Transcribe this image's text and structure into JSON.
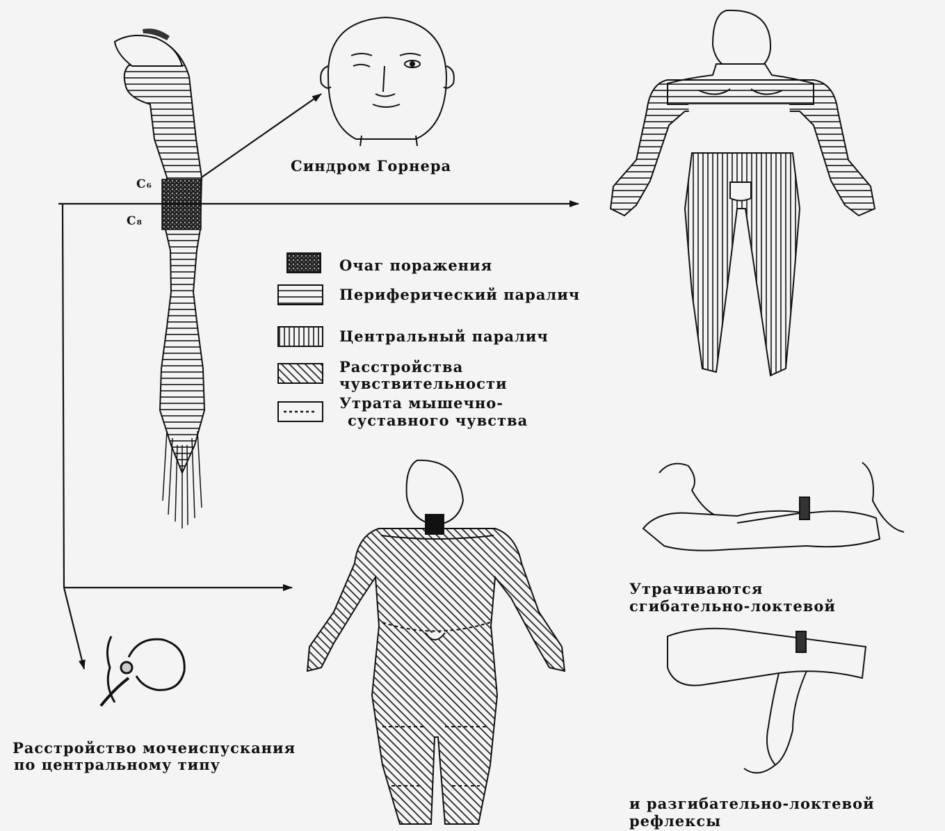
{
  "labels": {
    "horner": "Синдром Горнера",
    "segment_c6": "C₆",
    "segment_c8": "C₈",
    "urination_line1": "Расстройство мочеиспускания",
    "urination_line2": "по центральному   типу",
    "reflex_line1": "Утрачиваются",
    "reflex_line2": "сгибательно-локтевой",
    "reflex_line3": "и разгибательно-локтевой",
    "reflex_line4": "рефлексы"
  },
  "legend": [
    {
      "pattern": "stipple",
      "line1": "Очаг поражения",
      "line2": ""
    },
    {
      "pattern": "horizontal-lines",
      "line1": "Периферический паралич",
      "line2": ""
    },
    {
      "pattern": "vertical-lines",
      "line1": "Центральный паралич",
      "line2": ""
    },
    {
      "pattern": "diagonal-lines",
      "line1": "Расстройства",
      "line2": "чувствительности"
    },
    {
      "pattern": "dotted-line",
      "line1": "Утрата мышечно-",
      "line2": "суставного чувства"
    }
  ],
  "colors": {
    "ink": "#111111",
    "paper": "#f4f4f4"
  }
}
